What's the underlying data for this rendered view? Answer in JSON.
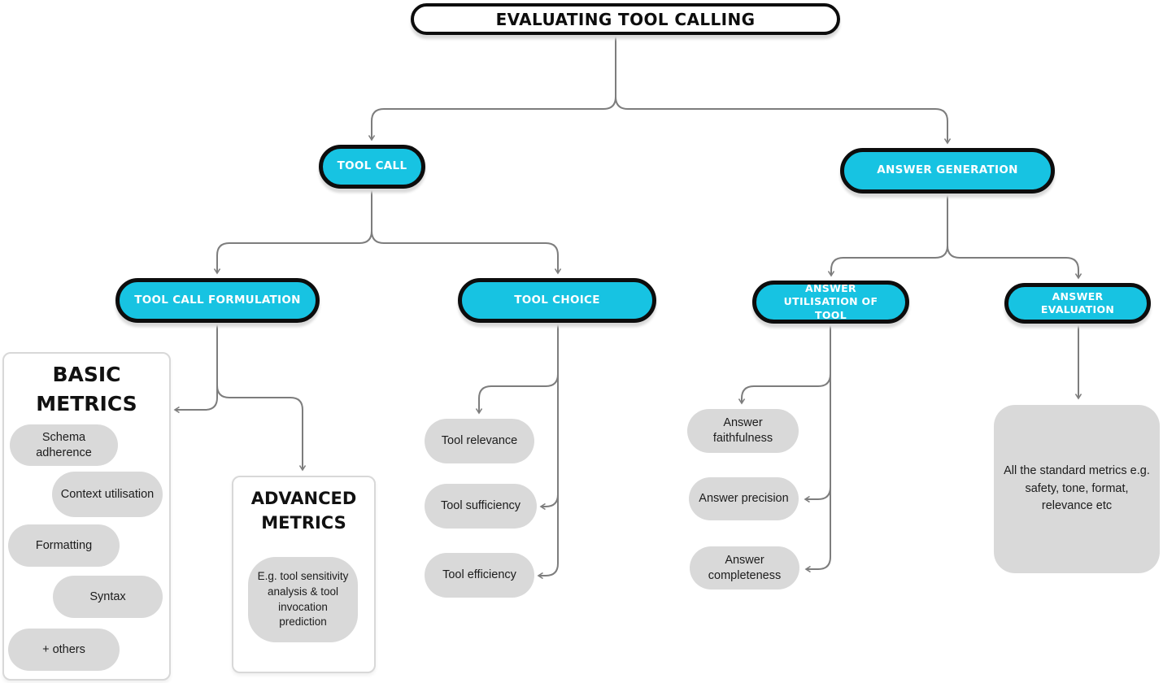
{
  "diagram": {
    "root": "EVALUATING TOOL CALLING",
    "level1": {
      "tool_call": "TOOL CALL",
      "answer_generation": "ANSWER GENERATION"
    },
    "level2": {
      "tool_call_formulation": "TOOL CALL FORMULATION",
      "tool_choice": "TOOL CHOICE",
      "answer_utilisation_of_tool": "ANSWER UTILISATION OF TOOL",
      "answer_evaluation": "ANSWER EVALUATION"
    },
    "basic_metrics": {
      "title": "BASIC METRICS",
      "items": [
        "Schema adherence",
        "Context utilisation",
        "Formatting",
        "Syntax",
        "+ others"
      ]
    },
    "advanced_metrics": {
      "title": "ADVANCED METRICS",
      "example": "E.g. tool sensitivity analysis & tool invocation prediction"
    },
    "tool_choice_metrics": [
      "Tool relevance",
      "Tool sufficiency",
      "Tool efficiency"
    ],
    "answer_utilisation_metrics": [
      "Answer faithfulness",
      "Answer precision",
      "Answer completeness"
    ],
    "answer_evaluation_note": "All the standard metrics e.g. safety, tone, format, relevance etc",
    "colors": {
      "accent_cyan": "#17C3E2",
      "pill_gray": "#D9D9D9",
      "connector_gray": "#7D7D7D",
      "node_border": "#0D0D0D"
    }
  }
}
